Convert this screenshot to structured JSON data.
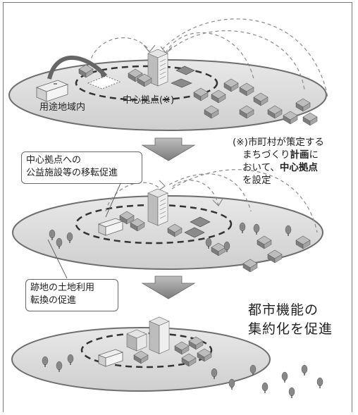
{
  "stage1": {
    "label_youto": "用途地域内",
    "label_center": "中心拠点(※)"
  },
  "note": {
    "line1": "(※)市町村が策定する",
    "line2_pre": "まちづくり",
    "line2_bold": "計画",
    "line2_post": "に",
    "line3_pre": "おいて、",
    "line3_bold": "中心拠点",
    "line4": "を設定"
  },
  "stage2": {
    "box_line1": "中心拠点への",
    "box_line2": "公益施設等の移転促進"
  },
  "stage3": {
    "box_line1": "跡地の土地利用",
    "box_line2": "転換の促進"
  },
  "conclusion": {
    "line1": "都市機能の",
    "line2": "集約化を促進"
  },
  "colors": {
    "disc": "#dcdcdc",
    "disc_edge": "#6e6e6e",
    "arrow": "#8a8a8a",
    "house": "#9a9a9a"
  }
}
